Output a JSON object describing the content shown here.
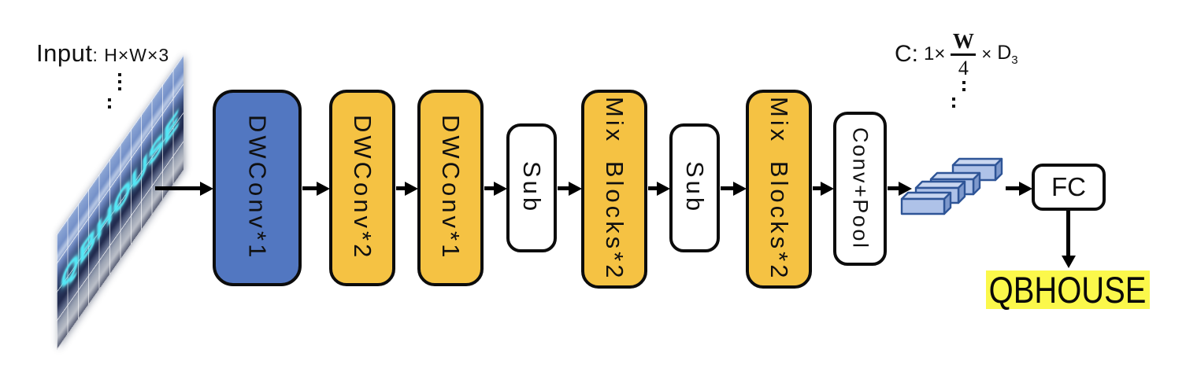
{
  "input": {
    "title": "Input",
    "dims": ": H×W×3",
    "image_text": "QBHOUSE"
  },
  "blocks": [
    {
      "label": "DWConv*1",
      "color": "blue"
    },
    {
      "label": "DWConv*2",
      "color": "orange"
    },
    {
      "label": "DWConv*1",
      "color": "orange"
    },
    {
      "label": "Sub",
      "color": "white"
    },
    {
      "label": "Mix Blocks*2",
      "color": "orange"
    },
    {
      "label": "Sub",
      "color": "white"
    },
    {
      "label": "Mix Blocks*2",
      "color": "orange"
    },
    {
      "label": "Conv+Pool",
      "color": "white"
    }
  ],
  "feature_label": {
    "prefix": "C:",
    "one": "1×",
    "numerator": "W",
    "denominator": "4",
    "times": "×",
    "dim": "D",
    "dim_sub": "3"
  },
  "fc": {
    "label": "FC"
  },
  "output": {
    "text": "QBHOUSE"
  },
  "icons": {
    "input_ellipsis": "slanted vertical-ellipsis dots",
    "feature_ellipsis": "slanted vertical-ellipsis dots",
    "feature_maps": "four stacked 3d feature-slice bars"
  },
  "colors": {
    "block-blue": "#5277c1",
    "block-orange": "#f5c243",
    "highlight": "#fbf84b",
    "sign-cyan": "#52e9f7",
    "bar-fill": "#aec2e8",
    "bar-top": "#c9d6f0",
    "bar-side": "#7e99cc",
    "bar-stroke": "#2f5597"
  }
}
